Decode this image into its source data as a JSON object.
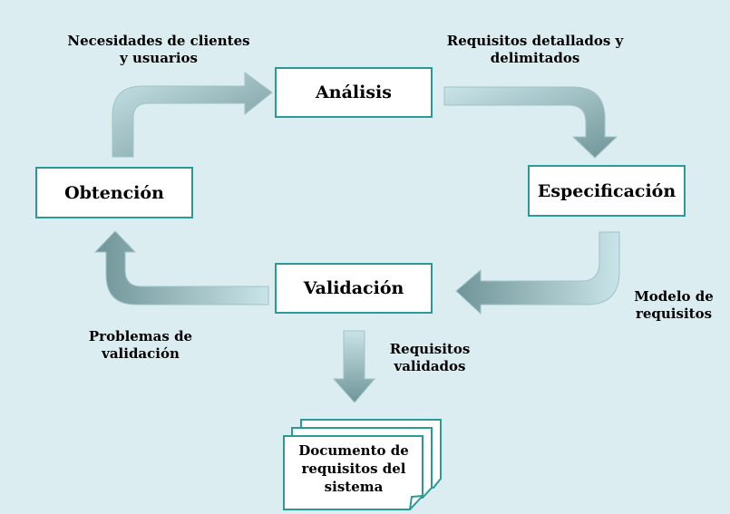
{
  "nodes": {
    "analisis": "Análisis",
    "especificacion": "Especificación",
    "validacion": "Validación",
    "obtencion": "Obtención"
  },
  "labels": {
    "necesidades_l1": "Necesidades de clientes",
    "necesidades_l2": "y usuarios",
    "requisitos_det_l1": "Requisitos detallados y",
    "requisitos_det_l2": "delimitados",
    "modelo_l1": "Modelo de",
    "modelo_l2": "requisitos",
    "problemas_l1": "Problemas de",
    "problemas_l2": "validación",
    "validados_l1": "Requisitos",
    "validados_l2": "validados"
  },
  "document": {
    "line1": "Documento de",
    "line2": "requisitos del",
    "line3": "sistema"
  },
  "colors": {
    "background": "#dcedf2",
    "box_border": "#2a9a96",
    "arrow_light": "#c9e4e8",
    "arrow_dark": "#6f9497"
  }
}
